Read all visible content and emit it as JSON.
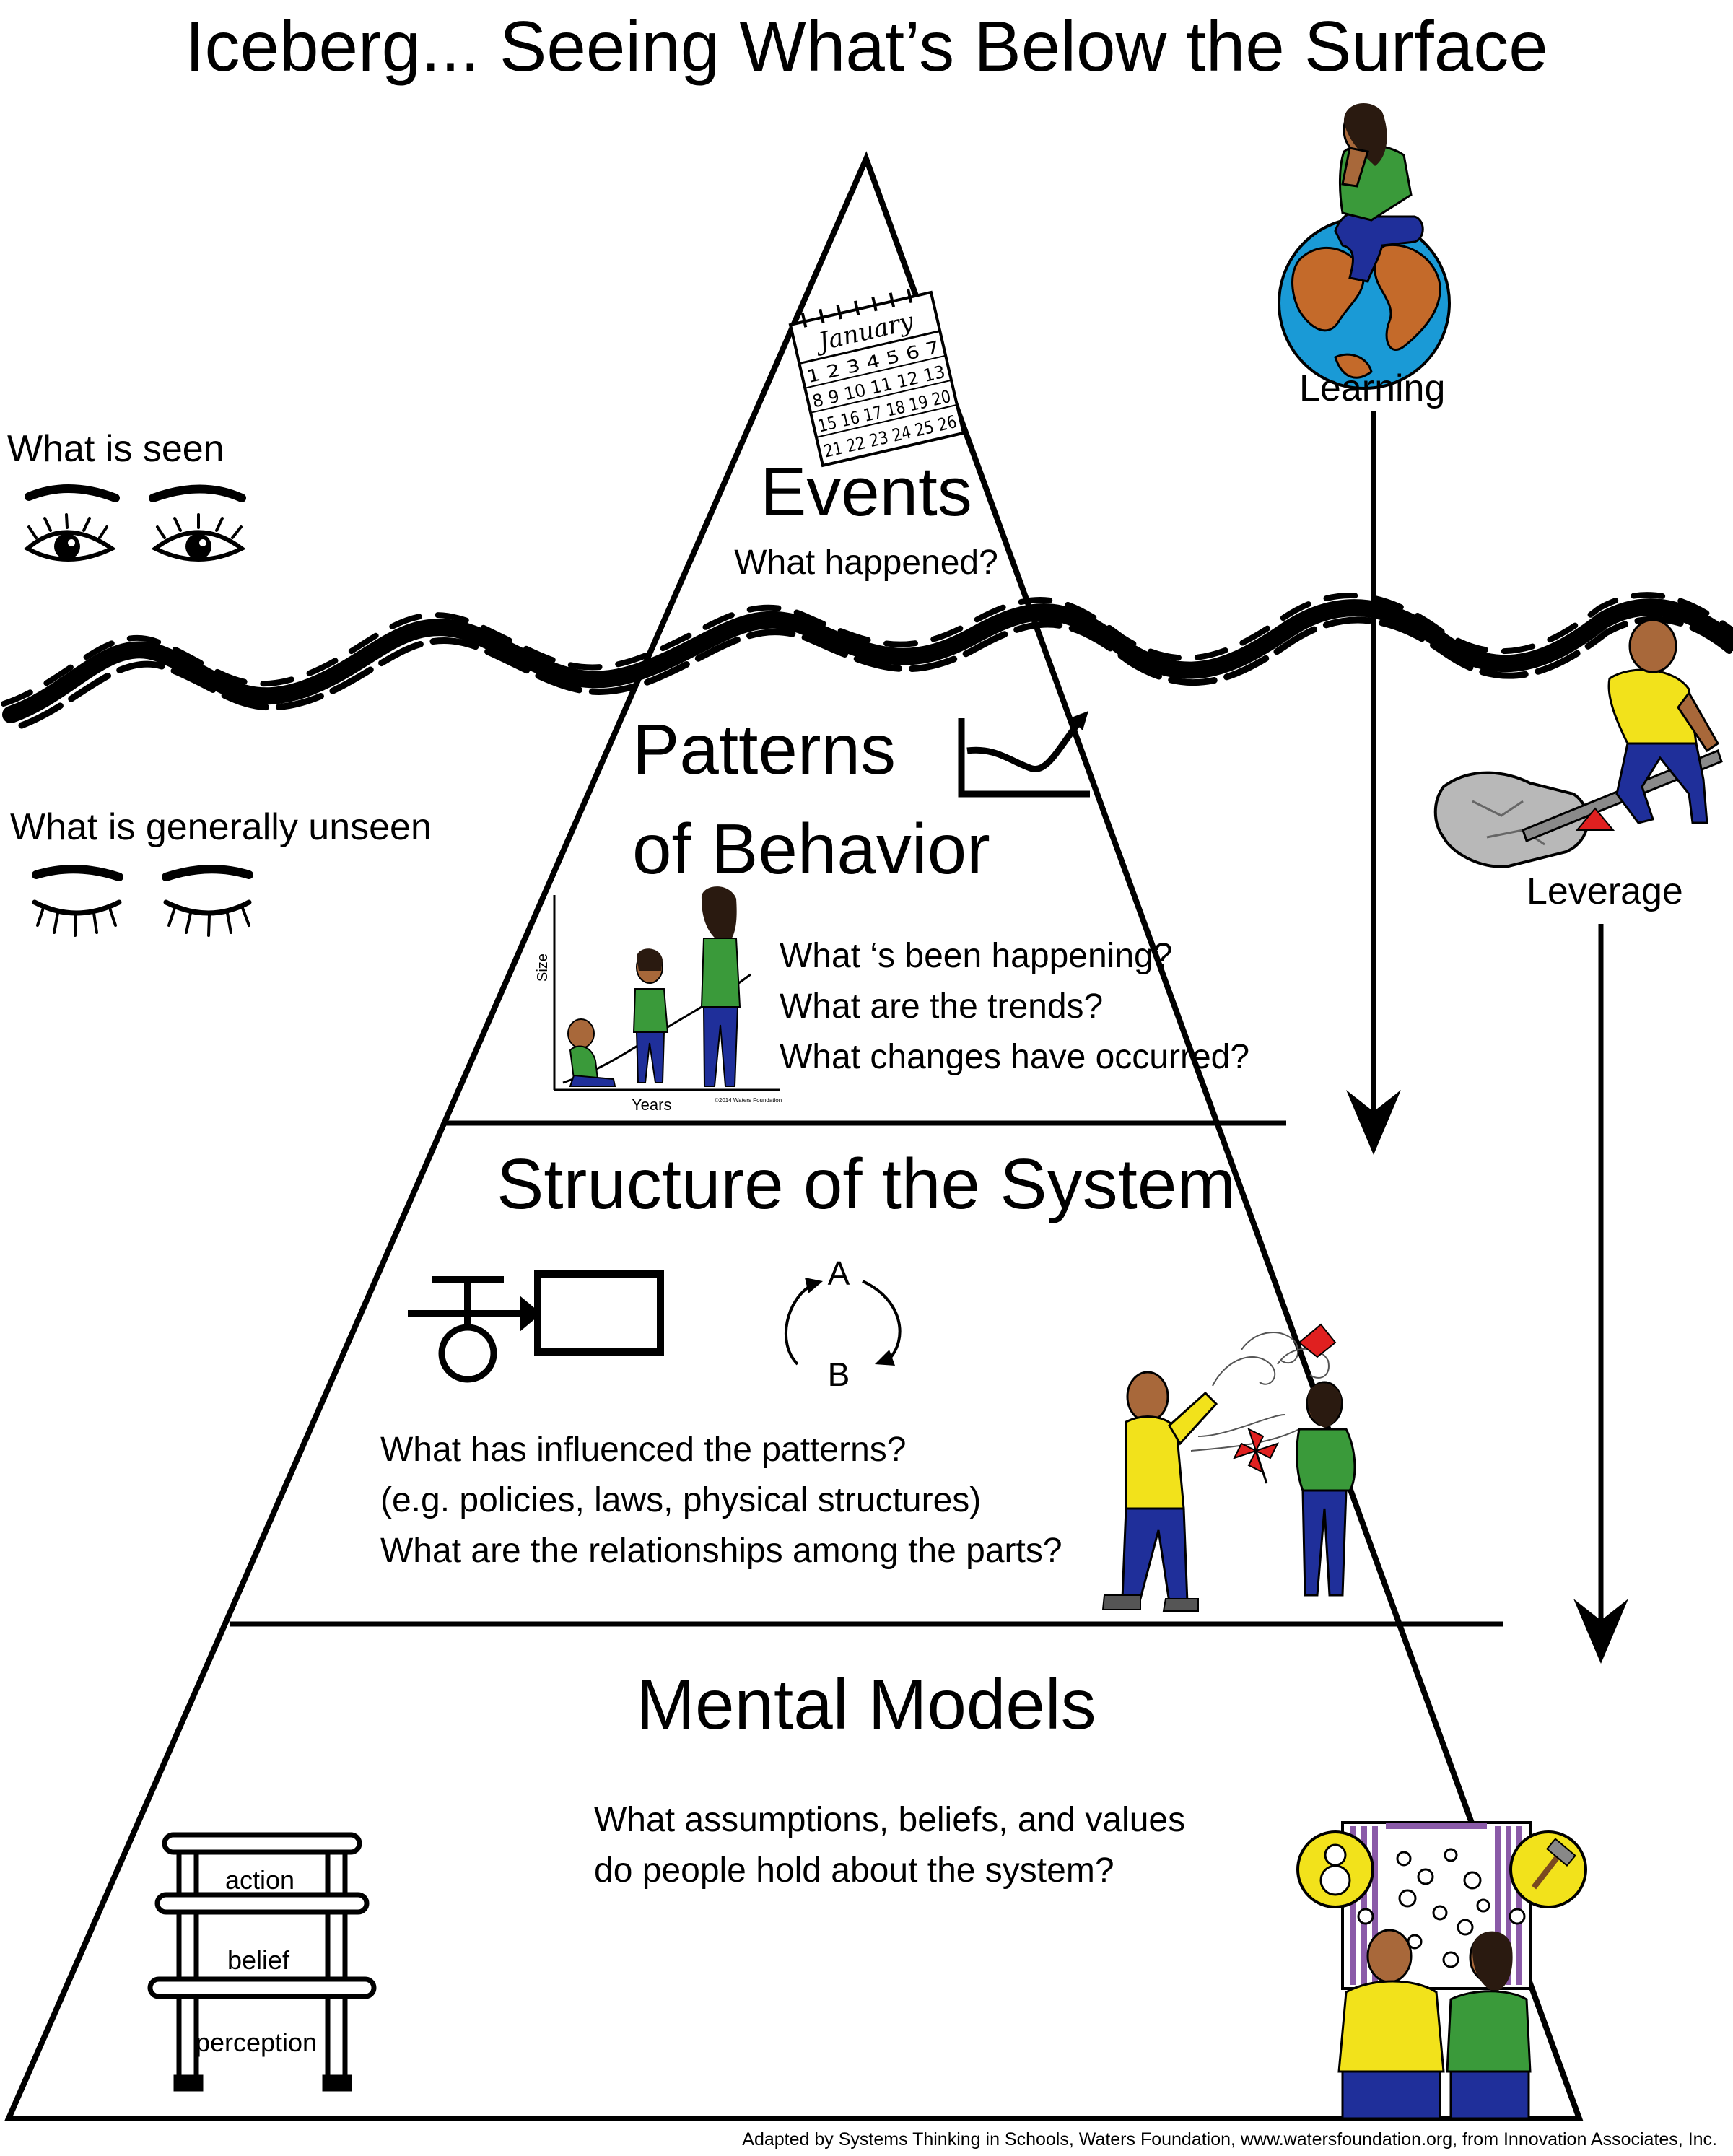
{
  "title": "Iceberg... Seeing What’s Below the Surface",
  "left_labels": {
    "seen": "What is seen",
    "unseen": "What is generally unseen"
  },
  "right_labels": {
    "learning": "Learning",
    "leverage": "Leverage"
  },
  "levels": {
    "events": {
      "title": "Events",
      "question": "What happened?",
      "calendar": {
        "month": "January",
        "rows": [
          "1 2 3 4 5 6 7",
          "8 9 10 11 12 13",
          "15 16 17 18 19 20",
          "21 22 23 24 25 26"
        ]
      }
    },
    "patterns": {
      "title_line1": "Patterns",
      "title_line2": "of Behavior",
      "questions": [
        "What ‘s been happening?",
        "What are the trends?",
        "What changes have occurred?"
      ],
      "graph": {
        "y_label": "Size",
        "x_label": "Years",
        "credit": "©2014 Waters Foundation"
      }
    },
    "structure": {
      "title": "Structure of the System",
      "loop": {
        "node_a": "A",
        "node_b": "B"
      },
      "questions": [
        "What has influenced the patterns?",
        "(e.g. policies, laws, physical structures)",
        "What are the relationships among the parts?"
      ]
    },
    "mental_models": {
      "title": "Mental Models",
      "questions": [
        "What assumptions, beliefs, and values",
        "do people hold about the system?"
      ],
      "ladder": [
        "action",
        "belief",
        "perception"
      ]
    }
  },
  "footer": "Adapted by Systems Thinking in Schools, Waters Foundation, www.watersfoundation.org, from Innovation Associates, Inc.",
  "colors": {
    "ink": "#000000",
    "globe_ocean": "#1a9ad6",
    "globe_land": "#c46a2a",
    "shirt_green": "#3a9a3a",
    "shirt_yellow": "#f2e21b",
    "pants_blue": "#1f2f9a",
    "skin": "#a8683a",
    "hair": "#2a1a10",
    "kite_red": "#e02020",
    "curtain_purple": "#8a5aa8",
    "rock_gray": "#b8b8b8"
  }
}
